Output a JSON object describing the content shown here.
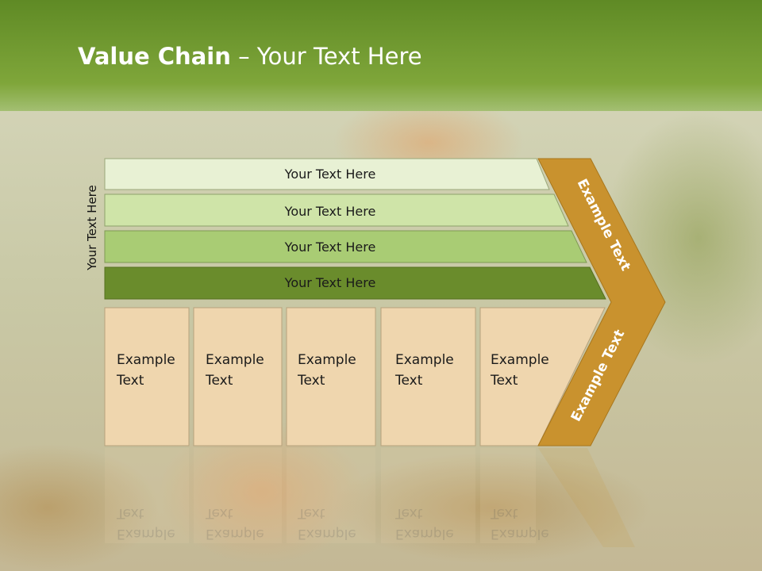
{
  "title": {
    "bold": "Value Chain",
    "rest": " – Your Text Here"
  },
  "side_label": "Your Text Here",
  "bars": [
    {
      "label": "Your Text Here",
      "color": "#e8f1d4"
    },
    {
      "label": "Your Text Here",
      "color": "#cfe4a8"
    },
    {
      "label": "Your Text Here",
      "color": "#a9cc74"
    },
    {
      "label": "Your Text Here",
      "color": "#6a8c2c"
    }
  ],
  "columns": [
    {
      "line1": "Example",
      "line2": "Text"
    },
    {
      "line1": "Example",
      "line2": "Text"
    },
    {
      "line1": "Example",
      "line2": "Text"
    },
    {
      "line1": "Example",
      "line2": "Text"
    },
    {
      "line1": "Example",
      "line2": "Text"
    }
  ],
  "chevron": {
    "upper": "Example Text",
    "lower": "Example Text",
    "color": "#c9922e"
  },
  "colors": {
    "header": "#6e9a2a",
    "column_fill": "#efd6ae"
  }
}
